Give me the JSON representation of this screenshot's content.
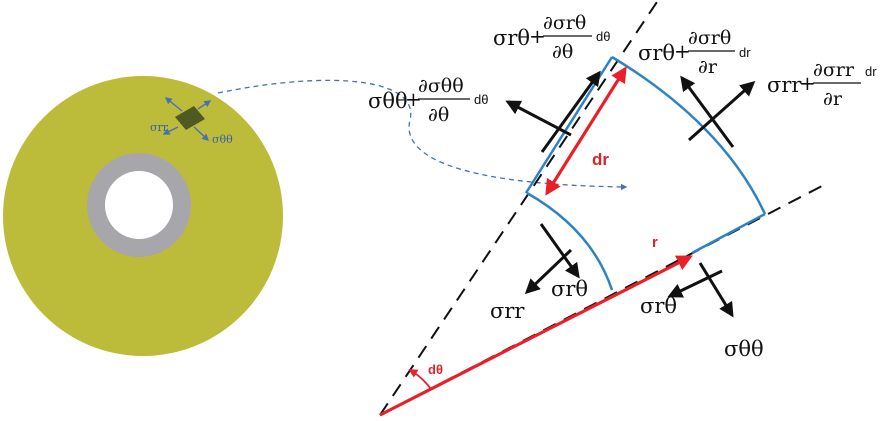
{
  "colors": {
    "disk": "#bcbc3a",
    "hub": "#a7a6aa",
    "element_small": "#4f5a23",
    "edge_blue": "#2e83c6",
    "arrow_red": "#e8202a",
    "text_red": "#d9262c",
    "arrow_black": "#111111",
    "callout_blue": "#4a6fb5"
  },
  "small_labels": {
    "srr": "σrr",
    "stt": "σθθ"
  },
  "labels": {
    "tl_base": "σθθ",
    "tl_plus": "+",
    "tl_num": "∂σθθ",
    "tl_den": "∂θ",
    "tl_tail": "dθ",
    "tc_base": "σrθ",
    "tc_plus": "+",
    "tc_num": "∂σrθ",
    "tc_den": "∂θ",
    "tc_tail": "dθ",
    "tr_base": "σrθ",
    "tr_plus": "+",
    "tr_num": "∂σrθ",
    "tr_den": "∂r",
    "tr_tail": "dr",
    "fr_base": "σrr",
    "fr_plus": "+",
    "fr_num": "∂σrr",
    "fr_den": "∂r",
    "fr_tail": "dr",
    "dr": "dr",
    "r": "r",
    "dtheta": "dθ",
    "bl_srr": "σrr",
    "bl_srt": "σrθ",
    "br_srt": "σrθ",
    "br_stt": "σθθ"
  }
}
